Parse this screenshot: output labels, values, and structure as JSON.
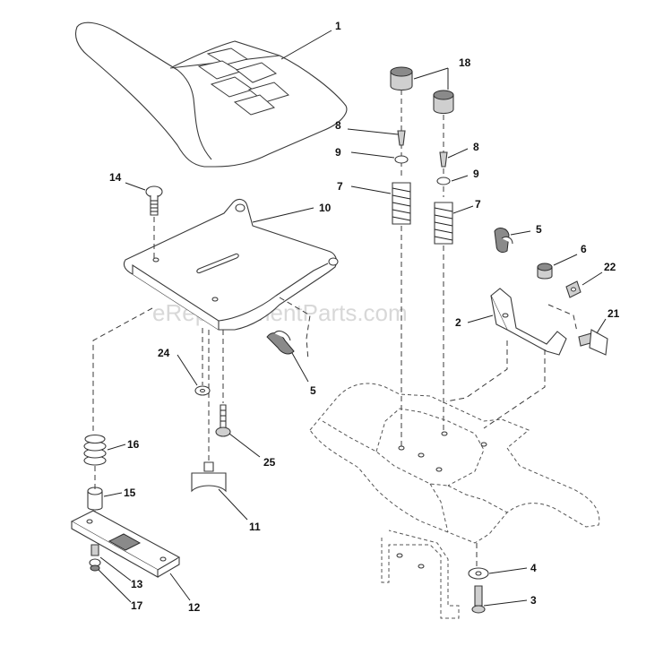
{
  "watermark": "eReplacementParts.com",
  "callouts": {
    "c1": "1",
    "c2": "2",
    "c3": "3",
    "c4": "4",
    "c5a": "5",
    "c5b": "5",
    "c6": "6",
    "c7a": "7",
    "c7b": "7",
    "c8a": "8",
    "c8b": "8",
    "c9a": "9",
    "c9b": "9",
    "c10": "10",
    "c11": "11",
    "c12": "12",
    "c13": "13",
    "c14": "14",
    "c15": "15",
    "c16": "16",
    "c17": "17",
    "c18": "18",
    "c21": "21",
    "c22": "22",
    "c24": "24",
    "c25": "25"
  }
}
